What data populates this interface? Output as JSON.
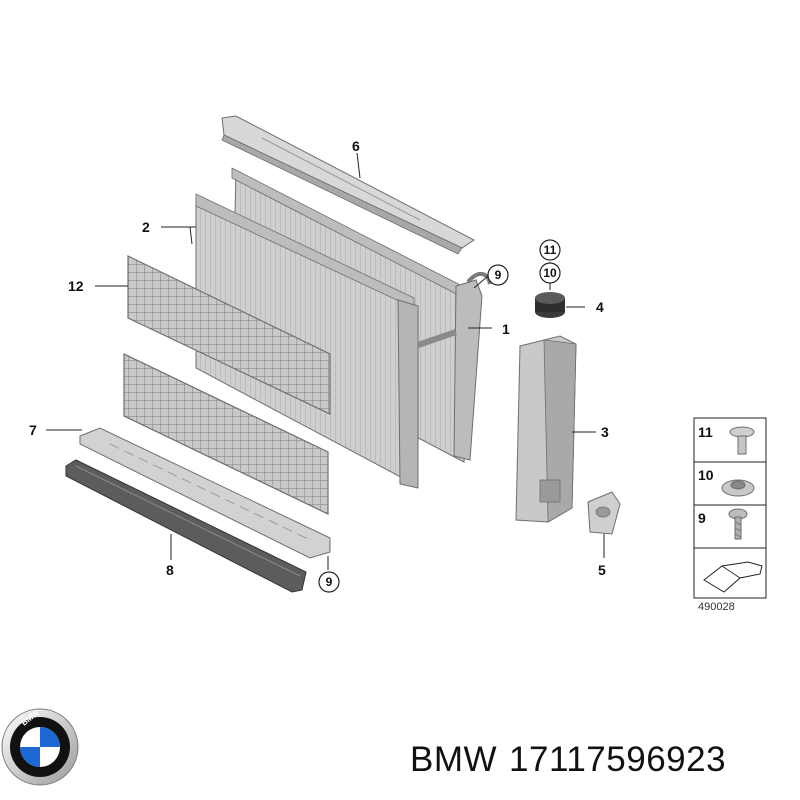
{
  "callouts": {
    "c1": "1",
    "c2": "2",
    "c3": "3",
    "c4": "4",
    "c5": "5",
    "c6": "6",
    "c7": "7",
    "c8": "8",
    "c9a": "9",
    "c9b": "9",
    "c10": "10",
    "c11": "11",
    "c12": "12"
  },
  "legend": {
    "rows": [
      "11",
      "10",
      "9"
    ],
    "ref_number": "490028"
  },
  "caption": {
    "brand": "BMW",
    "part_number": "17117596923"
  },
  "logo": {
    "letters": "BMW"
  },
  "colors": {
    "part_fill": "#d6d6d6",
    "part_dark": "#9a9a9a",
    "mesh": "#8f8f8f",
    "logo_blue": "#1c69d4"
  }
}
